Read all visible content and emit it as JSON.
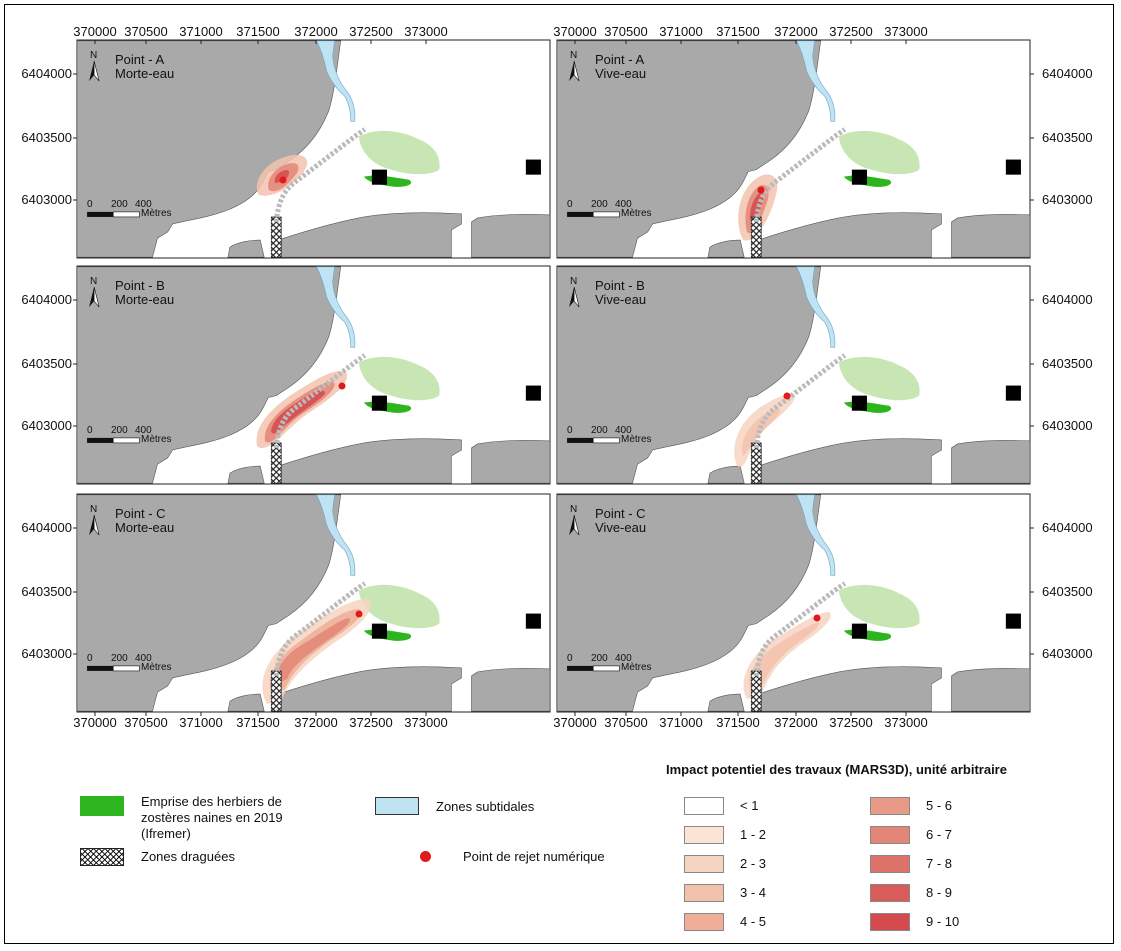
{
  "top_axis_ticks": [
    "370000",
    "370500",
    "371000",
    "371500",
    "372000",
    "372500",
    "373000"
  ],
  "bottom_axis_ticks": [
    "370000",
    "370500",
    "371000",
    "371500",
    "372000",
    "372500",
    "373000"
  ],
  "y_axis_ticks": [
    "6404000",
    "6403500",
    "6403000"
  ],
  "panels": [
    {
      "point": "Point - A",
      "tide": "Morte-eau"
    },
    {
      "point": "Point - A",
      "tide": "Vive-eau"
    },
    {
      "point": "Point - B",
      "tide": "Morte-eau"
    },
    {
      "point": "Point - B",
      "tide": "Vive-eau"
    },
    {
      "point": "Point - C",
      "tide": "Morte-eau"
    },
    {
      "point": "Point - C",
      "tide": "Vive-eau"
    }
  ],
  "north_label": "N",
  "scale_labels": [
    "0",
    "200",
    "400",
    "Mètres"
  ],
  "legend": {
    "seagrass": "Emprise des herbiers de zostères naines en 2019 (Ifremer)",
    "dredged": "Zones draguées",
    "subtidal": "Zones subtidales",
    "release_point": "Point de rejet numérique",
    "impact_title": "Impact potentiel des travaux (MARS3D), unité arbitraire",
    "classes": [
      "< 1",
      "1 - 2",
      "2 - 3",
      "3 - 4",
      "4 - 5",
      "5 - 6",
      "6 - 7",
      "7 - 8",
      "8 - 9",
      "9 - 10"
    ]
  },
  "colors": {
    "land": "#a9a9a9",
    "water": "#ffffff",
    "subtidal": "#bfe3f2",
    "seagrass_light": "#c8e6b4",
    "seagrass_dark": "#2db51e",
    "release_point": "#e01b1b",
    "impact_scale": [
      "#ffffff",
      "#fbe3d6",
      "#f7d3c1",
      "#f3c2ad",
      "#eeae98",
      "#e89a86",
      "#e38677",
      "#de7168",
      "#d95c5a",
      "#d44a4d"
    ]
  }
}
